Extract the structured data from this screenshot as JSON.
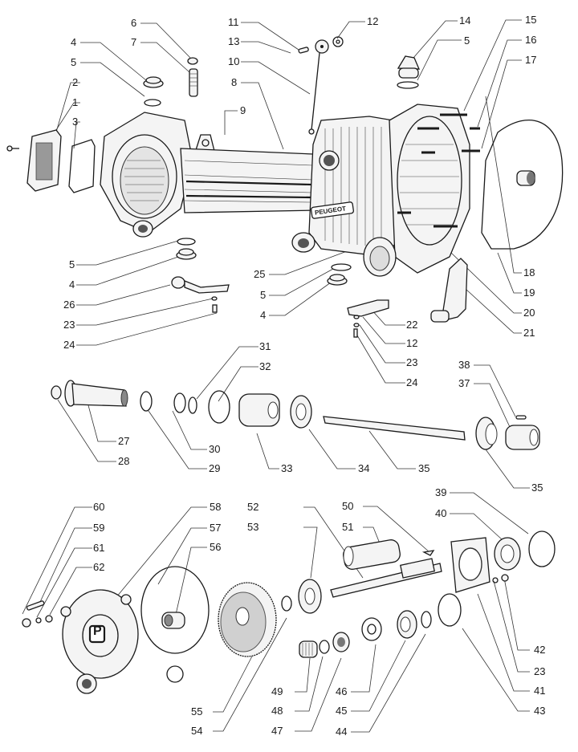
{
  "diagram": {
    "type": "exploded-parts-view",
    "subject": "rear axle / final drive housing",
    "housing_badge_text": "PEUGEOT",
    "cover_emblem": "P",
    "callouts": [
      {
        "id": "c1",
        "label": "1"
      },
      {
        "id": "c2",
        "label": "2"
      },
      {
        "id": "c3",
        "label": "3"
      },
      {
        "id": "c4a",
        "label": "4"
      },
      {
        "id": "c5a",
        "label": "5"
      },
      {
        "id": "c6",
        "label": "6"
      },
      {
        "id": "c7",
        "label": "7"
      },
      {
        "id": "c8",
        "label": "8"
      },
      {
        "id": "c9",
        "label": "9"
      },
      {
        "id": "c10",
        "label": "10"
      },
      {
        "id": "c11",
        "label": "11"
      },
      {
        "id": "c12a",
        "label": "12"
      },
      {
        "id": "c13",
        "label": "13"
      },
      {
        "id": "c14",
        "label": "14"
      },
      {
        "id": "c5b",
        "label": "5"
      },
      {
        "id": "c15",
        "label": "15"
      },
      {
        "id": "c16",
        "label": "16"
      },
      {
        "id": "c17",
        "label": "17"
      },
      {
        "id": "c18",
        "label": "18"
      },
      {
        "id": "c19",
        "label": "19"
      },
      {
        "id": "c20",
        "label": "20"
      },
      {
        "id": "c21",
        "label": "21"
      },
      {
        "id": "c22",
        "label": "22"
      },
      {
        "id": "c12b",
        "label": "12"
      },
      {
        "id": "c23a",
        "label": "23"
      },
      {
        "id": "c24a",
        "label": "24"
      },
      {
        "id": "c25",
        "label": "25"
      },
      {
        "id": "c5c",
        "label": "5"
      },
      {
        "id": "c4c",
        "label": "4"
      },
      {
        "id": "c5d",
        "label": "5"
      },
      {
        "id": "c4d",
        "label": "4"
      },
      {
        "id": "c26",
        "label": "26"
      },
      {
        "id": "c23b",
        "label": "23"
      },
      {
        "id": "c24b",
        "label": "24"
      },
      {
        "id": "c31",
        "label": "31"
      },
      {
        "id": "c32",
        "label": "32"
      },
      {
        "id": "c27",
        "label": "27"
      },
      {
        "id": "c28",
        "label": "28"
      },
      {
        "id": "c29",
        "label": "29"
      },
      {
        "id": "c30",
        "label": "30"
      },
      {
        "id": "c33",
        "label": "33"
      },
      {
        "id": "c34",
        "label": "34"
      },
      {
        "id": "c35a",
        "label": "35"
      },
      {
        "id": "c38",
        "label": "38"
      },
      {
        "id": "c37",
        "label": "37"
      },
      {
        "id": "c35b",
        "label": "35"
      },
      {
        "id": "c39",
        "label": "39"
      },
      {
        "id": "c40",
        "label": "40"
      },
      {
        "id": "c60",
        "label": "60"
      },
      {
        "id": "c59",
        "label": "59"
      },
      {
        "id": "c61",
        "label": "61"
      },
      {
        "id": "c62",
        "label": "62"
      },
      {
        "id": "c58",
        "label": "58"
      },
      {
        "id": "c57",
        "label": "57"
      },
      {
        "id": "c56",
        "label": "56"
      },
      {
        "id": "c52",
        "label": "52"
      },
      {
        "id": "c53",
        "label": "53"
      },
      {
        "id": "c50",
        "label": "50"
      },
      {
        "id": "c51",
        "label": "51"
      },
      {
        "id": "c42",
        "label": "42"
      },
      {
        "id": "c23c",
        "label": "23"
      },
      {
        "id": "c41",
        "label": "41"
      },
      {
        "id": "c43",
        "label": "43"
      },
      {
        "id": "c55",
        "label": "55"
      },
      {
        "id": "c54",
        "label": "54"
      },
      {
        "id": "c49",
        "label": "49"
      },
      {
        "id": "c48",
        "label": "48"
      },
      {
        "id": "c47",
        "label": "47"
      },
      {
        "id": "c46",
        "label": "46"
      },
      {
        "id": "c45",
        "label": "45"
      },
      {
        "id": "c44",
        "label": "44"
      }
    ]
  }
}
